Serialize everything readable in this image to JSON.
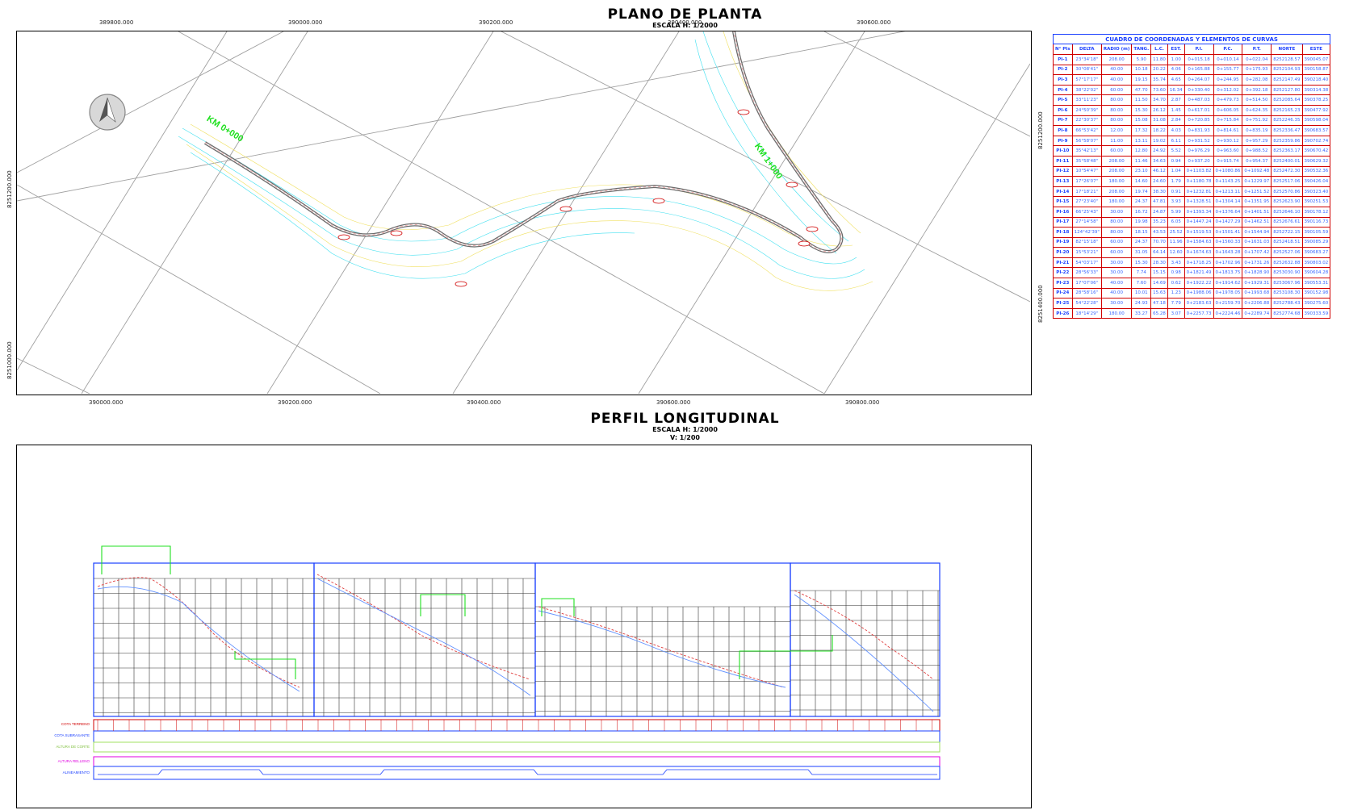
{
  "plan": {
    "title": "PLANO DE PLANTA",
    "scale": "ESCALA H: 1/2000",
    "top_coords": [
      "389800.000",
      "390000.000",
      "390200.000",
      "390400.000",
      "390600.000"
    ],
    "bottom_coords": [
      "390000.000",
      "390200.000",
      "390400.000",
      "390600.000",
      "390800.000"
    ],
    "left_coords": [
      "8251200.000",
      "8251000.000"
    ],
    "right_coords": [
      "8251200.000",
      "8251400.000"
    ],
    "km_start": "KM 0+000",
    "km_mid": "KM 1+000"
  },
  "profile": {
    "title": "PERFIL LONGITUDINAL",
    "scale_h": "ESCALA H: 1/2000",
    "scale_v": "V: 1/200",
    "row_labels": [
      "COTA TERRENO",
      "COTA SUBRASANTE",
      "ALTURA DE CORTE",
      "ALTURA RELLENO",
      "ALINEAMIENTO"
    ]
  },
  "curves": {
    "caption": "CUADRO DE COORDENADAS Y ELEMENTOS DE CURVAS",
    "headers": [
      "N° PIs",
      "DELTA",
      "RADIO (m)",
      "TANG.",
      "L.C.",
      "EST.",
      "P.I.",
      "P.C.",
      "P.T.",
      "NORTE",
      "ESTE"
    ],
    "rows": [
      [
        "PI-1",
        "23°34'18\"",
        "208.00",
        "5.90",
        "11.80",
        "1.00",
        "0+015.18",
        "0+010.14",
        "0+022.04",
        "8252128.57",
        "390045.07"
      ],
      [
        "PI-2",
        "30°08'41\"",
        "40.00",
        "10.18",
        "20.22",
        "4.06",
        "0+165.88",
        "0+155.77",
        "0+175.93",
        "8252104.93",
        "390158.87"
      ],
      [
        "PI-3",
        "57°17'17\"",
        "40.00",
        "19.15",
        "35.74",
        "4.65",
        "0+264.07",
        "0+244.95",
        "0+282.08",
        "8252147.49",
        "390218.40"
      ],
      [
        "PI-4",
        "38°22'02\"",
        "60.00",
        "47.70",
        "73.60",
        "16.34",
        "0+330.40",
        "0+312.02",
        "0+392.18",
        "8252127.80",
        "390314.38"
      ],
      [
        "PI-5",
        "33°11'23\"",
        "80.00",
        "11.50",
        "34.70",
        "2.87",
        "0+487.03",
        "0+479.73",
        "0+514.50",
        "8252085.64",
        "390378.25"
      ],
      [
        "PI-6",
        "24°50'39\"",
        "80.00",
        "15.30",
        "26.12",
        "1.45",
        "0+617.01",
        "0+606.05",
        "0+624.35",
        "8252165.23",
        "390477.92"
      ],
      [
        "PI-7",
        "22°30'37\"",
        "80.00",
        "15.08",
        "31.08",
        "2.84",
        "0+720.85",
        "0+715.84",
        "0+751.92",
        "8252246.35",
        "390598.04"
      ],
      [
        "PI-8",
        "66°53'42\"",
        "12.00",
        "17.32",
        "18.22",
        "4.03",
        "0+831.93",
        "0+814.61",
        "0+835.19",
        "8252336.47",
        "390683.57"
      ],
      [
        "PI-9",
        "56°58'07\"",
        "11.00",
        "13.11",
        "19.02",
        "6.11",
        "0+931.52",
        "0+930.12",
        "0+957.29",
        "8252359.86",
        "390702.74"
      ],
      [
        "PI-10",
        "35°42'13\"",
        "60.00",
        "12.80",
        "24.92",
        "5.52",
        "0+976.29",
        "0+963.60",
        "0+988.52",
        "8252363.17",
        "390670.42"
      ],
      [
        "PI-11",
        "35°58'48\"",
        "208.00",
        "11.46",
        "34.63",
        "0.94",
        "0+937.20",
        "0+915.74",
        "0+954.37",
        "8252400.01",
        "390629.32"
      ],
      [
        "PI-12",
        "10°54'47\"",
        "208.00",
        "23.10",
        "46.12",
        "1.04",
        "0+1103.82",
        "0+1080.86",
        "0+1092.48",
        "8252472.30",
        "390532.36"
      ],
      [
        "PI-13",
        "17°26'07\"",
        "180.00",
        "14.60",
        "24.60",
        "1.79",
        "0+1180.78",
        "0+1143.25",
        "0+1229.97",
        "8252517.06",
        "390426.04"
      ],
      [
        "PI-14",
        "17°18'21\"",
        "208.00",
        "19.74",
        "38.30",
        "0.91",
        "0+1232.81",
        "0+1213.11",
        "0+1251.52",
        "8252570.86",
        "390323.40"
      ],
      [
        "PI-15",
        "27°23'40\"",
        "180.00",
        "24.37",
        "47.81",
        "3.93",
        "0+1328.51",
        "0+1304.14",
        "0+1351.95",
        "8252623.90",
        "390251.53"
      ],
      [
        "PI-16",
        "66°25'43\"",
        "30.00",
        "16.72",
        "24.87",
        "5.99",
        "0+1393.34",
        "0+1376.64",
        "0+1401.51",
        "8252646.10",
        "390178.12"
      ],
      [
        "PI-17",
        "27°14'58\"",
        "80.00",
        "19.98",
        "35.23",
        "6.05",
        "0+1447.24",
        "0+1427.29",
        "0+1462.51",
        "8252676.61",
        "390116.73"
      ],
      [
        "PI-18",
        "124°42'39\"",
        "80.00",
        "18.15",
        "43.53",
        "25.52",
        "0+1519.53",
        "0+1501.41",
        "0+1544.94",
        "8252722.15",
        "390105.59"
      ],
      [
        "PI-19",
        "82°15'18\"",
        "60.00",
        "24.37",
        "70.70",
        "11.96",
        "0+1584.63",
        "0+1560.33",
        "0+1631.03",
        "8252418.51",
        "390085.29"
      ],
      [
        "PI-20",
        "15°53'21\"",
        "60.00",
        "31.05",
        "64.14",
        "12.60",
        "0+1674.63",
        "0+1643.28",
        "0+1707.42",
        "8252527.06",
        "390683.27"
      ],
      [
        "PI-21",
        "54°03'17\"",
        "30.00",
        "15.30",
        "28.30",
        "3.43",
        "0+1718.25",
        "0+1702.96",
        "0+1731.26",
        "8252632.88",
        "390803.02"
      ],
      [
        "PI-22",
        "28°56'33\"",
        "30.00",
        "7.74",
        "15.15",
        "0.98",
        "0+1821.49",
        "0+1813.75",
        "0+1828.90",
        "8253030.90",
        "390604.28"
      ],
      [
        "PI-23",
        "17°07'06\"",
        "40.00",
        "7.60",
        "14.69",
        "0.62",
        "0+1922.22",
        "0+1914.62",
        "0+1929.31",
        "8253067.96",
        "390553.31"
      ],
      [
        "PI-24",
        "28°58'16\"",
        "40.00",
        "10.01",
        "15.63",
        "1.23",
        "0+1988.06",
        "0+1978.05",
        "0+1993.68",
        "8253108.30",
        "390152.98"
      ],
      [
        "PI-25",
        "54°22'28\"",
        "30.00",
        "24.93",
        "47.18",
        "7.79",
        "0+2183.63",
        "0+2159.70",
        "0+2206.88",
        "8252788.43",
        "390275.60"
      ],
      [
        "PI-26",
        "18°14'29\"",
        "180.00",
        "33.27",
        "65.28",
        "3.07",
        "0+2257.73",
        "0+2224.46",
        "0+2289.74",
        "8252774.68",
        "390333.59"
      ]
    ]
  },
  "colors": {
    "grid": "#a0a0a0",
    "road": "#6b6b6b",
    "contour_cyan": "#40e0f0",
    "contour_yellow": "#f0e060",
    "label_green": "#20e020",
    "profile_frame": "#1a3fff",
    "table_border": "#d00000",
    "table_text": "#3a66ff"
  }
}
